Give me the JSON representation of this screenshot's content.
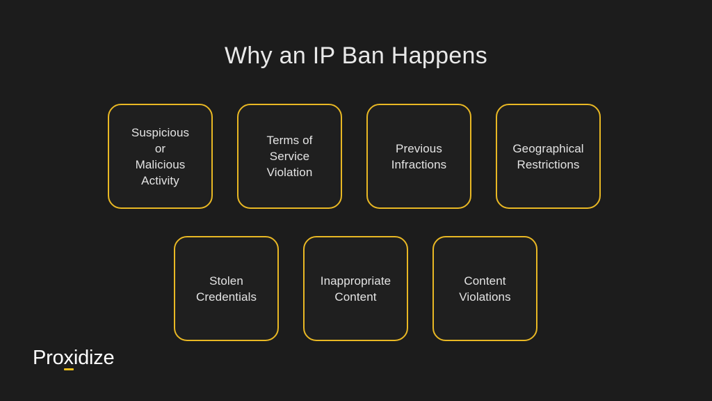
{
  "slide": {
    "title": "Why an IP Ban Happens",
    "background_color": "#1c1c1c",
    "title_color": "#e9e9e9",
    "card_border_color": "#e9b824",
    "card_fill_color": "#1f1f1f",
    "card_text_color": "#e4e4e4",
    "accent_color": "#f2c21c"
  },
  "cards": [
    {
      "label": "Suspicious\nor\nMalicious\nActivity"
    },
    {
      "label": "Terms of\nService\nViolation"
    },
    {
      "label": "Previous\nInfractions"
    },
    {
      "label": "Geographical\nRestrictions"
    },
    {
      "label": "Stolen\nCredentials"
    },
    {
      "label": "Inappropriate\nContent"
    },
    {
      "label": "Content\nViolations"
    }
  ],
  "logo": {
    "prefix": "Pro",
    "highlight": "x",
    "suffix": "idize",
    "full_text": "Proxidize"
  }
}
